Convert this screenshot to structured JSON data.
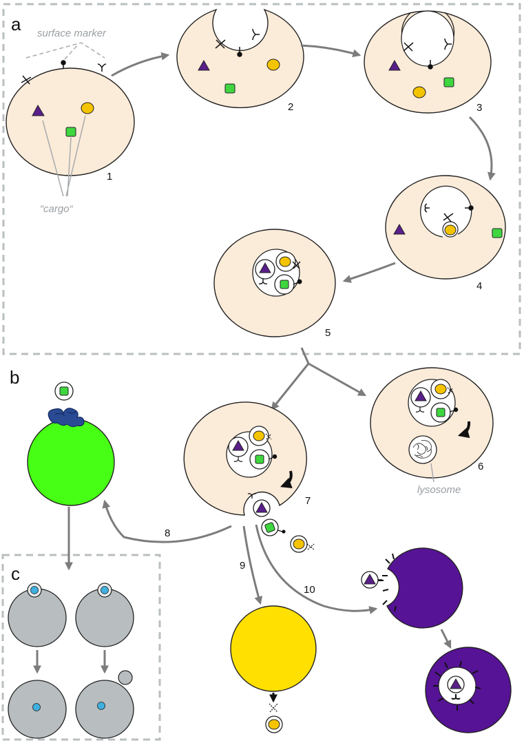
{
  "panels": {
    "a": "a",
    "b": "b",
    "c": "c"
  },
  "labels": {
    "surface_marker": "surface marker",
    "cargo": "“cargo“",
    "lysosome": "lysosome"
  },
  "steps": {
    "s1": "1",
    "s2": "2",
    "s3": "3",
    "s4": "4",
    "s5": "5",
    "s6": "6",
    "s7": "7",
    "s8": "8",
    "s9": "9",
    "s10": "10"
  },
  "colors": {
    "cell_fill": "#fbebd9",
    "triangle": "#5a1f8a",
    "yellow_cargo": "#f5c400",
    "green_cargo": "#3fd63f",
    "green_recipient": "#47ff14",
    "yellow_recipient": "#ffe000",
    "purple_recipient": "#561396",
    "grey_cell": "#b8bec0",
    "blue_dot": "#3fb0e0",
    "arrow": "#7c7c7c",
    "dashed_frame": "#b9bebf"
  }
}
